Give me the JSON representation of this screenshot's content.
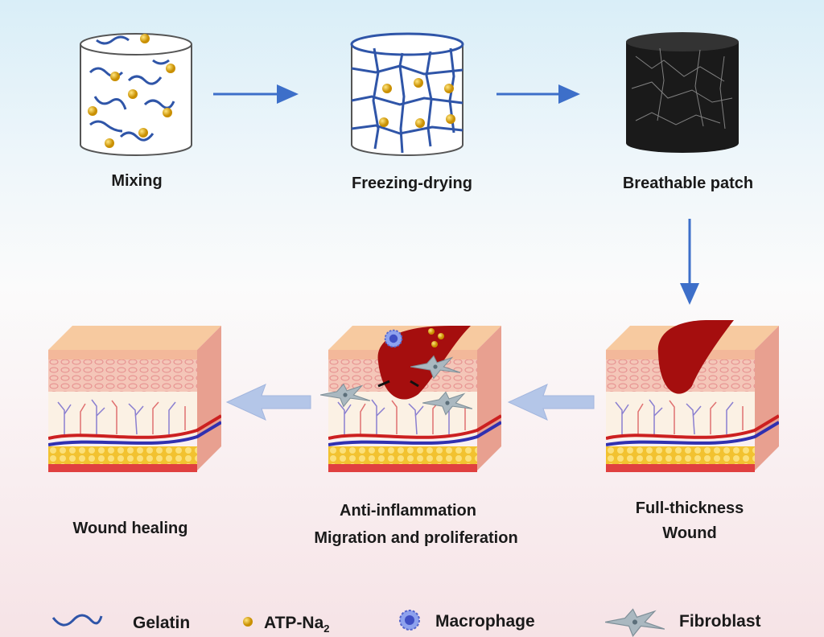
{
  "steps": {
    "mixing": "Mixing",
    "freezing": "Freezing-drying",
    "patch": "Breathable patch",
    "wound_line1": "Full-thickness",
    "wound_line2": "Wound",
    "anti_line1": "Anti-inflammation",
    "anti_line2": "Migration and proliferation",
    "healing": "Wound healing"
  },
  "legend": {
    "gelatin": "Gelatin",
    "atp": "ATP-Na",
    "atp_sub": "2",
    "macrophage": "Macrophage",
    "fibroblast": "Fibroblast"
  },
  "colors": {
    "arrow": "#3d6fc9",
    "gelatin": "#2f55a8",
    "atp": "#e0a800",
    "wound": "#a50e0e"
  }
}
